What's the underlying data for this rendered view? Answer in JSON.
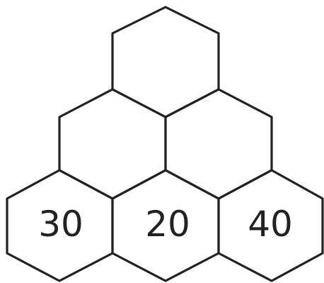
{
  "diagram": {
    "rows": [
      {
        "cells": [
          {
            "value": ""
          }
        ]
      },
      {
        "cells": [
          {
            "value": ""
          },
          {
            "value": ""
          }
        ]
      },
      {
        "cells": [
          {
            "value": "30"
          },
          {
            "value": "20"
          },
          {
            "value": "40"
          }
        ]
      }
    ]
  }
}
